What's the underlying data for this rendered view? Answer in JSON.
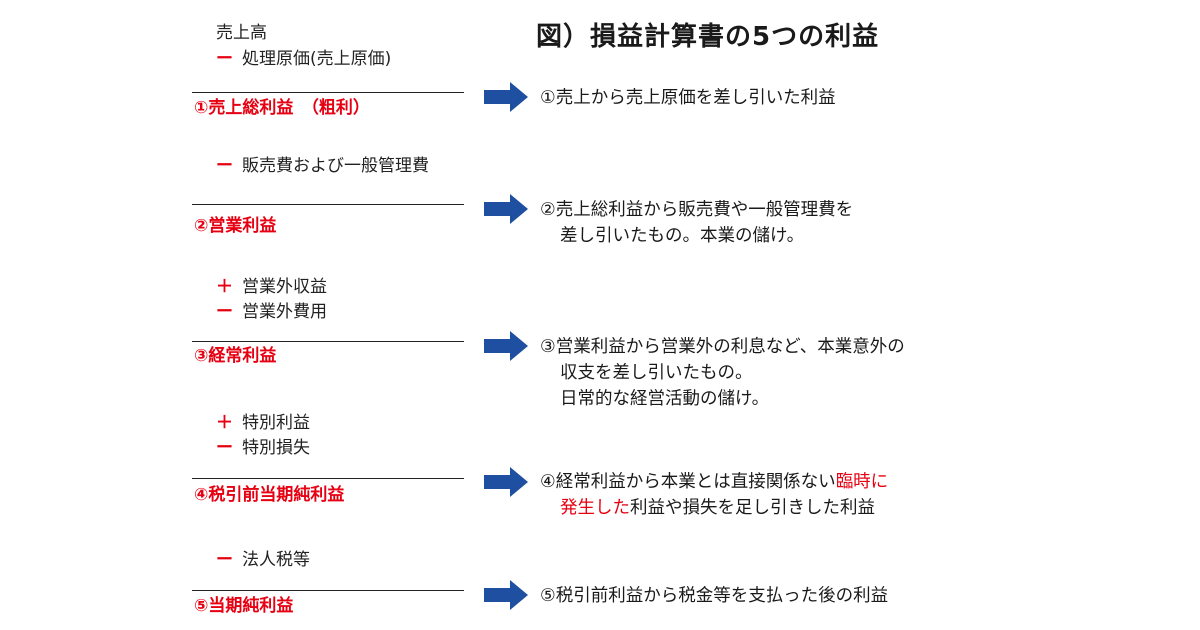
{
  "title": "図）損益計算書の5つの利益",
  "colors": {
    "accent_red": "#e60012",
    "arrow_blue": "#1f4fa0",
    "text": "#1a1a1a"
  },
  "left": {
    "top_items": {
      "sales": "売上高",
      "cogs": "処理原価(売上原価)"
    },
    "sections": [
      {
        "profit_label": "①売上総利益　（粗利）"
      },
      {
        "adjustments": [
          "販売費および一般管理費"
        ],
        "profit_label": "②営業利益"
      },
      {
        "adjustments": [
          "営業外収益",
          "営業外費用"
        ],
        "profit_label": "③経常利益"
      },
      {
        "adjustments": [
          "特別利益",
          "特別損失"
        ],
        "profit_label": "④税引前当期純利益"
      },
      {
        "adjustments": [
          "法人税等"
        ],
        "profit_label": "⑤当期純利益"
      }
    ],
    "signs": {
      "minus": "ー",
      "plus": "＋"
    }
  },
  "descriptions": {
    "d1": {
      "line1": "①売上から売上原価を差し引いた利益"
    },
    "d2": {
      "line1": "②売上総利益から販売費や一般管理費を",
      "line2": "差し引いたもの。本業の儲け。"
    },
    "d3": {
      "line1": "③営業利益から営業外の利息など、本業意外の",
      "line2": "収支を差し引いたもの。",
      "line3": "日常的な経営活動の儲け。"
    },
    "d4": {
      "line1_a": "④経常利益から本業とは直接関係ない",
      "line1_red": "臨時に",
      "line2_red": "発生した",
      "line2_b": "利益や損失を足し引きした利益"
    },
    "d5": {
      "line1": "⑤税引前利益から税金等を支払った後の利益"
    }
  }
}
